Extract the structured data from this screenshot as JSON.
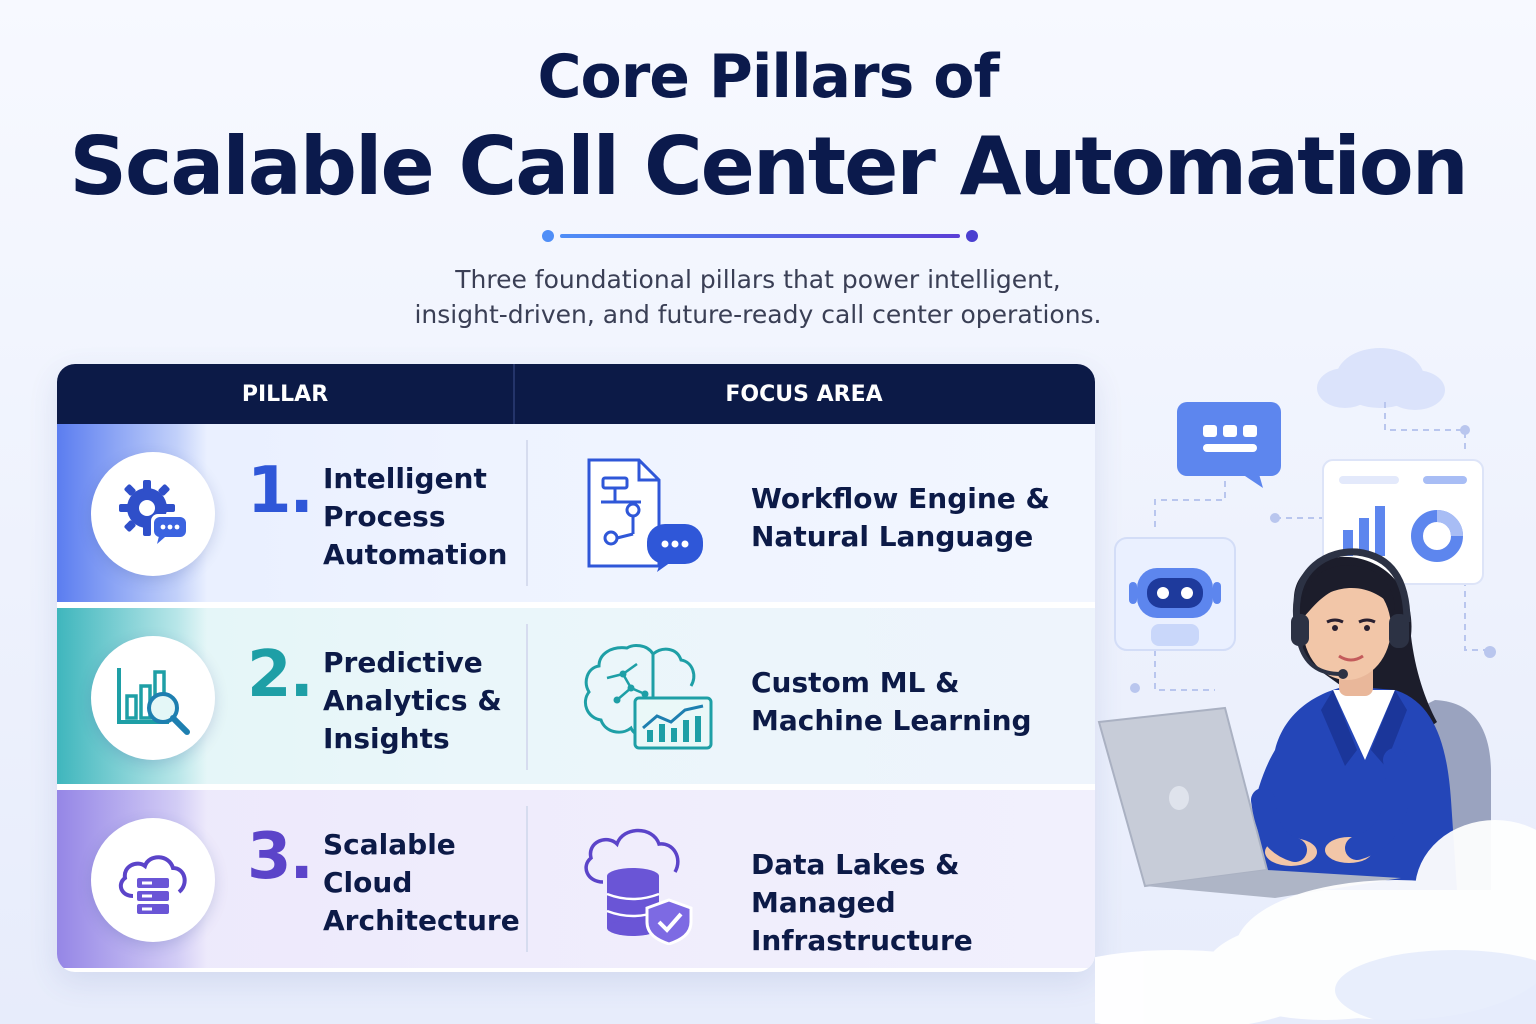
{
  "header": {
    "title_line1": "Core Pillars of",
    "title_line2": "Scalable Call Center Automation",
    "subtitle_line1": "Three foundational pillars that power intelligent,",
    "subtitle_line2": "insight-driven, and future-ready call center operations."
  },
  "table": {
    "col_pillar": "PILLAR",
    "col_focus": "FOCUS AREA",
    "rows": [
      {
        "number": "1.",
        "pillar_lines": [
          "Intelligent",
          "Process",
          "Automation"
        ],
        "focus_lines": [
          "Workflow Engine &",
          "Natural Language"
        ],
        "pillar_icon": "gear-chat-icon",
        "focus_icon": "workflow-document-icon"
      },
      {
        "number": "2.",
        "pillar_lines": [
          "Predictive",
          "Analytics &",
          "Insights"
        ],
        "focus_lines": [
          "Custom ML &",
          "Machine Learning"
        ],
        "pillar_icon": "analytics-magnifier-icon",
        "focus_icon": "brain-chart-icon"
      },
      {
        "number": "3.",
        "pillar_lines": [
          "Scalable",
          "Cloud",
          "Architecture"
        ],
        "focus_lines": [
          "Data Lakes &",
          "Managed Infrastructure"
        ],
        "pillar_icon": "cloud-server-icon",
        "focus_icon": "cloud-database-shield-icon"
      }
    ]
  },
  "colors": {
    "navy": "#0c1a47",
    "blue": "#2f57d8",
    "teal": "#1e9fa6",
    "purple": "#5b44c9"
  }
}
